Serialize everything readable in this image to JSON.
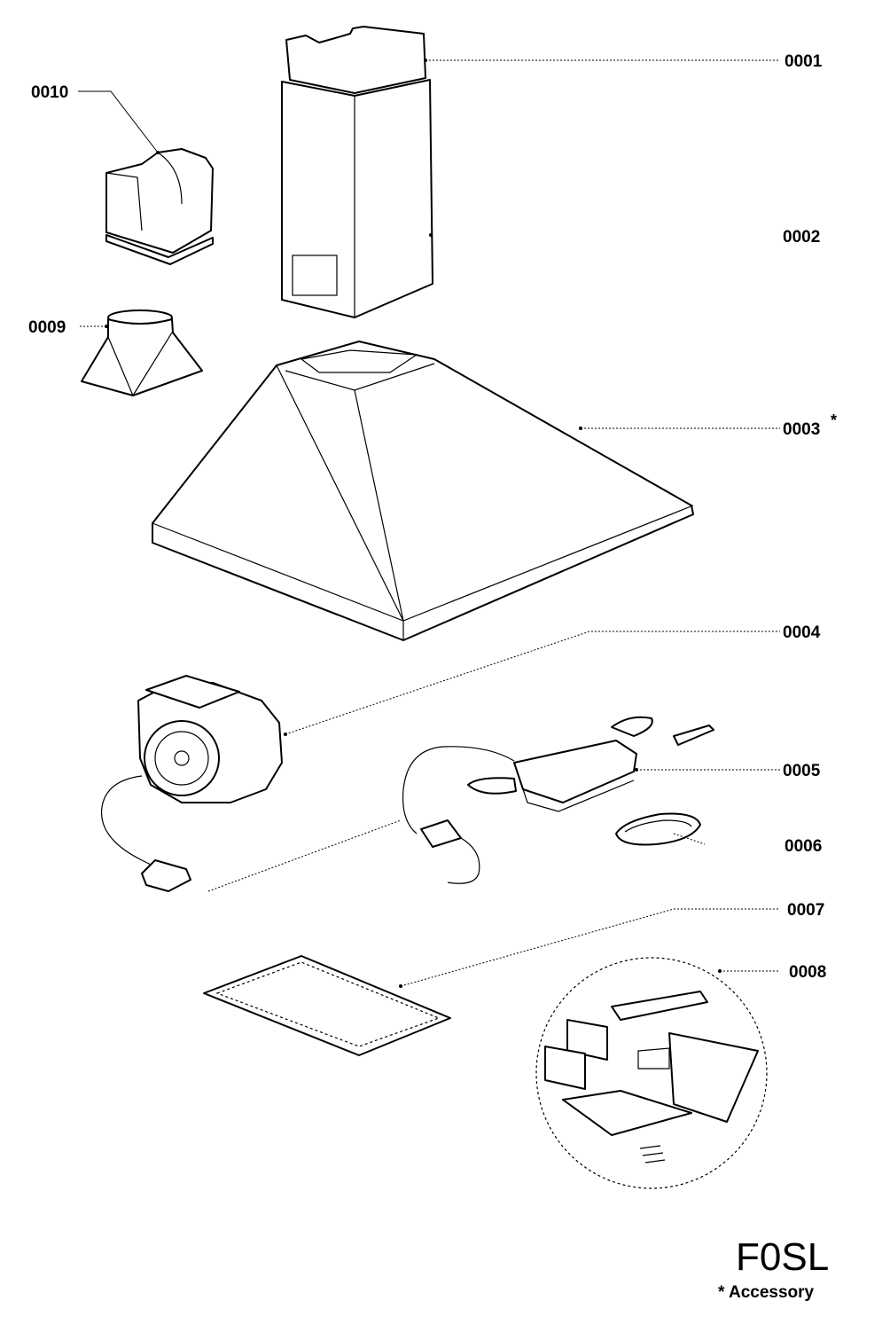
{
  "parts": [
    {
      "number": "0001"
    },
    {
      "number": "0002"
    },
    {
      "number": "0003",
      "marker": "*"
    },
    {
      "number": "0004"
    },
    {
      "number": "0005"
    },
    {
      "number": "0006"
    },
    {
      "number": "0007"
    },
    {
      "number": "0008"
    },
    {
      "number": "0009"
    },
    {
      "number": "0010"
    }
  ],
  "model": "F0SL",
  "footnote": "* Accessory"
}
